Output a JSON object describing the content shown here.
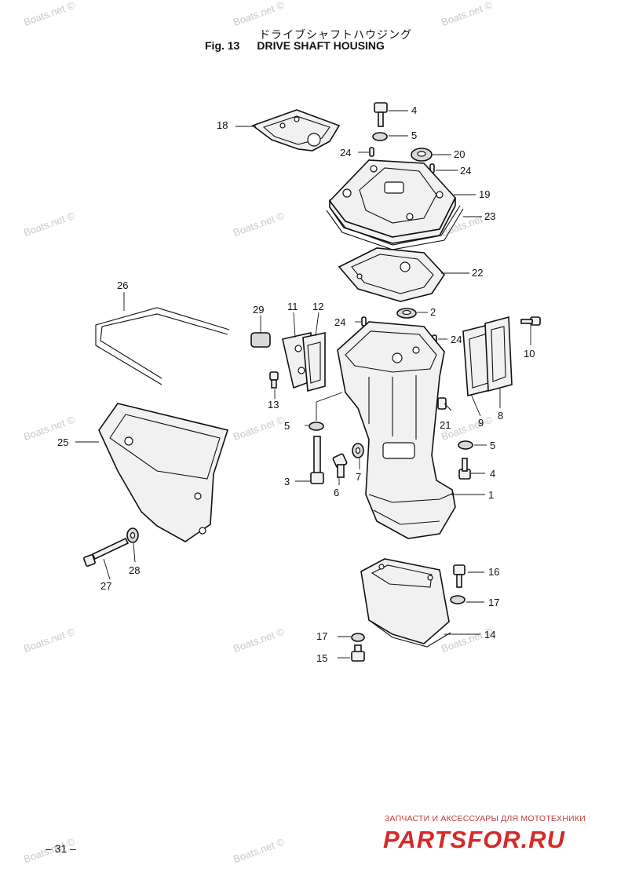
{
  "header": {
    "title_japanese": "ドライブシャフトハウジング",
    "figure_label": "Fig. 13",
    "figure_name": "DRIVE SHAFT HOUSING"
  },
  "watermark_text": "Boats.net ©",
  "callouts": {
    "c1": "1",
    "c2": "2",
    "c3": "3",
    "c4a": "4",
    "c4b": "4",
    "c5a": "5",
    "c5b": "5",
    "c5c": "5",
    "c6": "6",
    "c7": "7",
    "c8": "8",
    "c9": "9",
    "c10": "10",
    "c11": "11",
    "c12": "12",
    "c13": "13",
    "c14": "14",
    "c15": "15",
    "c16": "16",
    "c17a": "17",
    "c17b": "17",
    "c18": "18",
    "c19": "19",
    "c20": "20",
    "c21": "21",
    "c22": "22",
    "c23": "23",
    "c24a": "24",
    "c24b": "24",
    "c24c": "24",
    "c24d": "24",
    "c25": "25",
    "c26": "26",
    "c27": "27",
    "c28": "28",
    "c29": "29"
  },
  "footer": {
    "page_number": "– 31 –",
    "shop_tagline": "ЗАПЧАСТИ И АКСЕССУАРЫ ДЛЯ МОТОТЕХНИКИ",
    "shop_logo": "PARTSFOR.RU"
  },
  "colors": {
    "line": "#111111",
    "watermark": "#c8c8c8",
    "logo_red": "#d32a2a"
  }
}
